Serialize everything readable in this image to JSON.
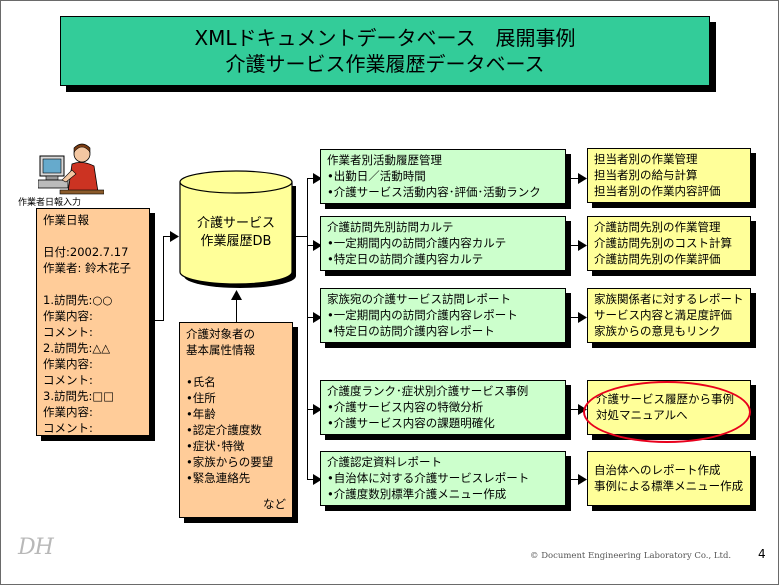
{
  "title": {
    "line1": "XMLドキュメントデータベース　展開事例",
    "line2": "介護サービス作業履歴データベース"
  },
  "worker": {
    "icon_label": "作業者日報入力",
    "report_lines": [
      "作業日報",
      "",
      "日付:2002.7.17",
      "作業者: 鈴木花子",
      "",
      "1.訪問先:○○",
      "作業内容:",
      "コメント:",
      "2.訪問先:△△",
      "作業内容:",
      "コメント:",
      "3.訪問先:□□",
      "作業内容:",
      "コメント:"
    ]
  },
  "database": {
    "line1": "介護サービス",
    "line2": "作業履歴DB"
  },
  "attributes": {
    "lines": [
      "介護対象者の",
      "基本属性情報",
      "",
      "•氏名",
      "•住所",
      "•年齢",
      "•認定介護度数",
      "•症状･特徴",
      "•家族からの要望",
      "•緊急連絡先"
    ],
    "etc": "など"
  },
  "reports": [
    {
      "lines": [
        "作業者別活動履歴管理",
        "•出勤日／活動時間",
        "•介護サービス活動内容･評価･活動ランク"
      ],
      "outputs": [
        "担当者別の作業管理",
        "担当者別の給与計算",
        "担当者別の作業内容評価"
      ]
    },
    {
      "lines": [
        "介護訪問先別訪問カルテ",
        "•一定期間内の訪問介護内容カルテ",
        "•特定日の訪問介護内容カルテ"
      ],
      "outputs": [
        "介護訪問先別の作業管理",
        "介護訪問先別のコスト計算",
        "介護訪問先別の作業評価"
      ]
    },
    {
      "lines": [
        "家族宛の介護サービス訪問レポート",
        "•一定期間内の訪問介護内容レポート",
        "•特定日の訪問介護内容レポート"
      ],
      "outputs": [
        "家族関係者に対するレポート",
        "サービス内容と満足度評価",
        "家族からの意見もリンク"
      ]
    },
    {
      "lines": [
        "介護度ランク･症状別介護サービス事例",
        "•介護サービス内容の特徴分析",
        "•介護サービス内容の課題明確化"
      ],
      "outputs": [
        "介護サービス履歴から事例",
        "対処マニュアルへ"
      ]
    },
    {
      "lines": [
        "介護認定資料レポート",
        "•自治体に対する介護サービスレポート",
        "•介護度数別標準介護メニュー作成"
      ],
      "outputs": [
        "自治体へのレポート作成",
        "事例による標準メニュー作成"
      ]
    }
  ],
  "footer": {
    "logo": "DH",
    "copyright": "© Document Engineering Laboratory Co., Ltd.",
    "page": "4"
  },
  "colors": {
    "title_bg": "#33cc99",
    "orange": "#ffcc99",
    "green": "#ccffcc",
    "yellow": "#ffff99",
    "highlight": "#e8001c"
  }
}
